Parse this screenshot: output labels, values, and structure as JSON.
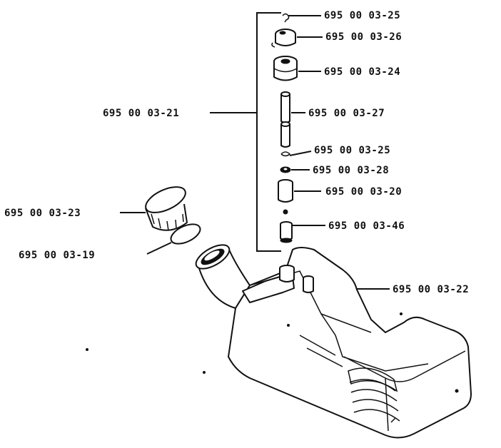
{
  "labels": {
    "p_03_25_top": "695 00 03-25",
    "p_03_26": "695 00 03-26",
    "p_03_24": "695 00 03-24",
    "p_03_21": "695 00 03-21",
    "p_03_27": "695 00 03-27",
    "p_03_25_mid": "695 00 03-25",
    "p_03_28": "695 00 03-28",
    "p_03_20": "695 00 03-20",
    "p_03_23": "695 00 03-23",
    "p_03_46": "695 00 03-46",
    "p_03_19": "695 00 03-19",
    "p_03_22": "695 00 03-22"
  }
}
